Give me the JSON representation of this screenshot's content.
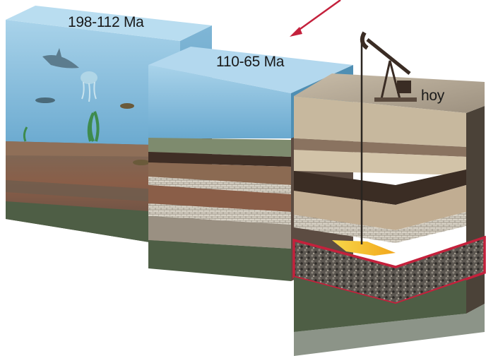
{
  "labels": {
    "block_1": "198-112 Ma",
    "block_2": "110-65 Ma",
    "block_3": "hoy"
  },
  "colors": {
    "water": "#8fc3e0",
    "water_deep": "#6aa9cf",
    "sediment_brown": "#7a5a45",
    "rock_gray": "#9a9082",
    "bedrock_green": "#4e5e45",
    "oil": "#f2c21b",
    "reservoir_outline": "#c4213c",
    "arrow": "#c4213c"
  },
  "icons": [
    "shark-icon",
    "jellyfish-icon",
    "fish-icon",
    "seaweed-icon",
    "pumpjack-icon",
    "well-pipe-icon"
  ]
}
